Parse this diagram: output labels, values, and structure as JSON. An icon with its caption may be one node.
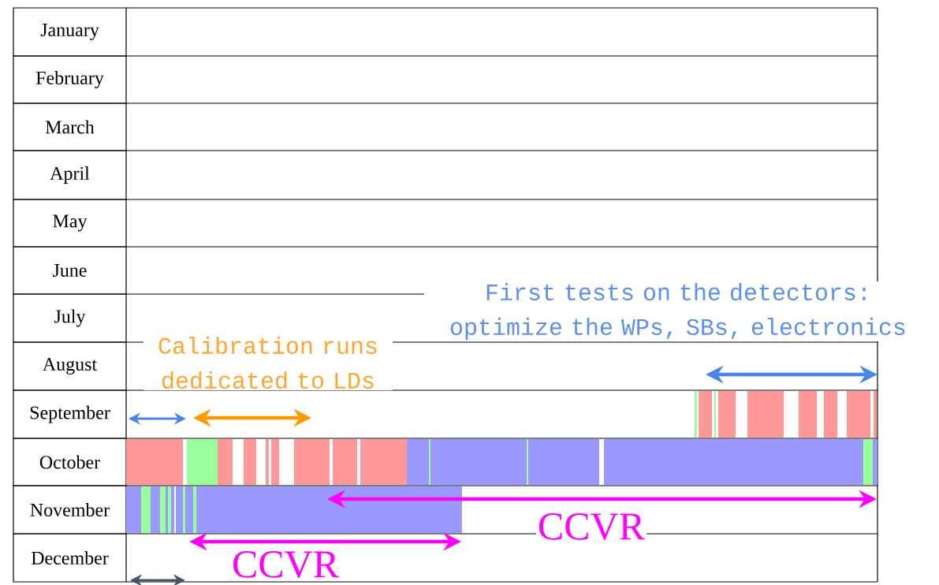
{
  "diagram": {
    "labels": [
      "January",
      "February",
      "March",
      "April",
      "May",
      "June",
      "July",
      "August",
      "September",
      "October",
      "November",
      "December",
      "First tests on the detectors: optimize the WPs, SBs, electronics",
      "Calibration runs dedicated to LDs",
      "CCVR",
      "CCVR"
    ]
  }
}
